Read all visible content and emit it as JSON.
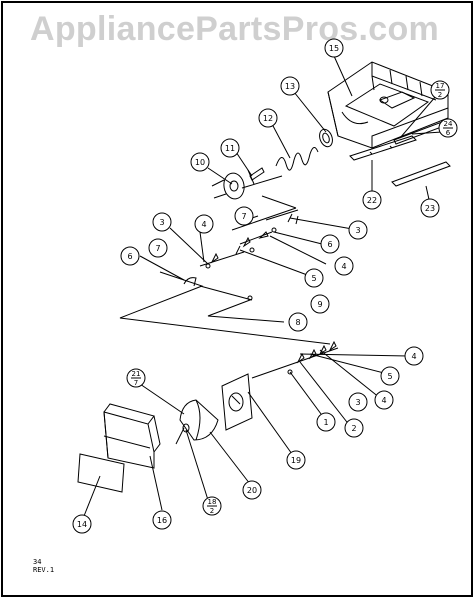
{
  "watermark": "AppliancePartsPros.com",
  "footer": {
    "line1": "34",
    "line2": "REV.1"
  },
  "callouts": {
    "c1": "1",
    "c2": "2",
    "c3a": "3",
    "c3b": "3",
    "c3c": "3",
    "c4a": "4",
    "c4b": "4",
    "c4c": "4",
    "c4d": "4",
    "c5a": "5",
    "c5b": "5",
    "c6a": "6",
    "c6b": "6",
    "c7a": "7",
    "c7b": "7",
    "c8": "8",
    "c9": "9",
    "c10": "10",
    "c11": "11",
    "c12": "12",
    "c13": "13",
    "c14": "14",
    "c15": "15",
    "c16": "16",
    "c19": "19",
    "c20": "20",
    "c22": "22",
    "c23": "23"
  },
  "fractions": {
    "f17": {
      "top": "17",
      "bottom": "2"
    },
    "f24": {
      "top": "24",
      "bottom": "6"
    },
    "f21": {
      "top": "21",
      "bottom": "7"
    },
    "f18": {
      "top": "18",
      "bottom": "2"
    }
  }
}
